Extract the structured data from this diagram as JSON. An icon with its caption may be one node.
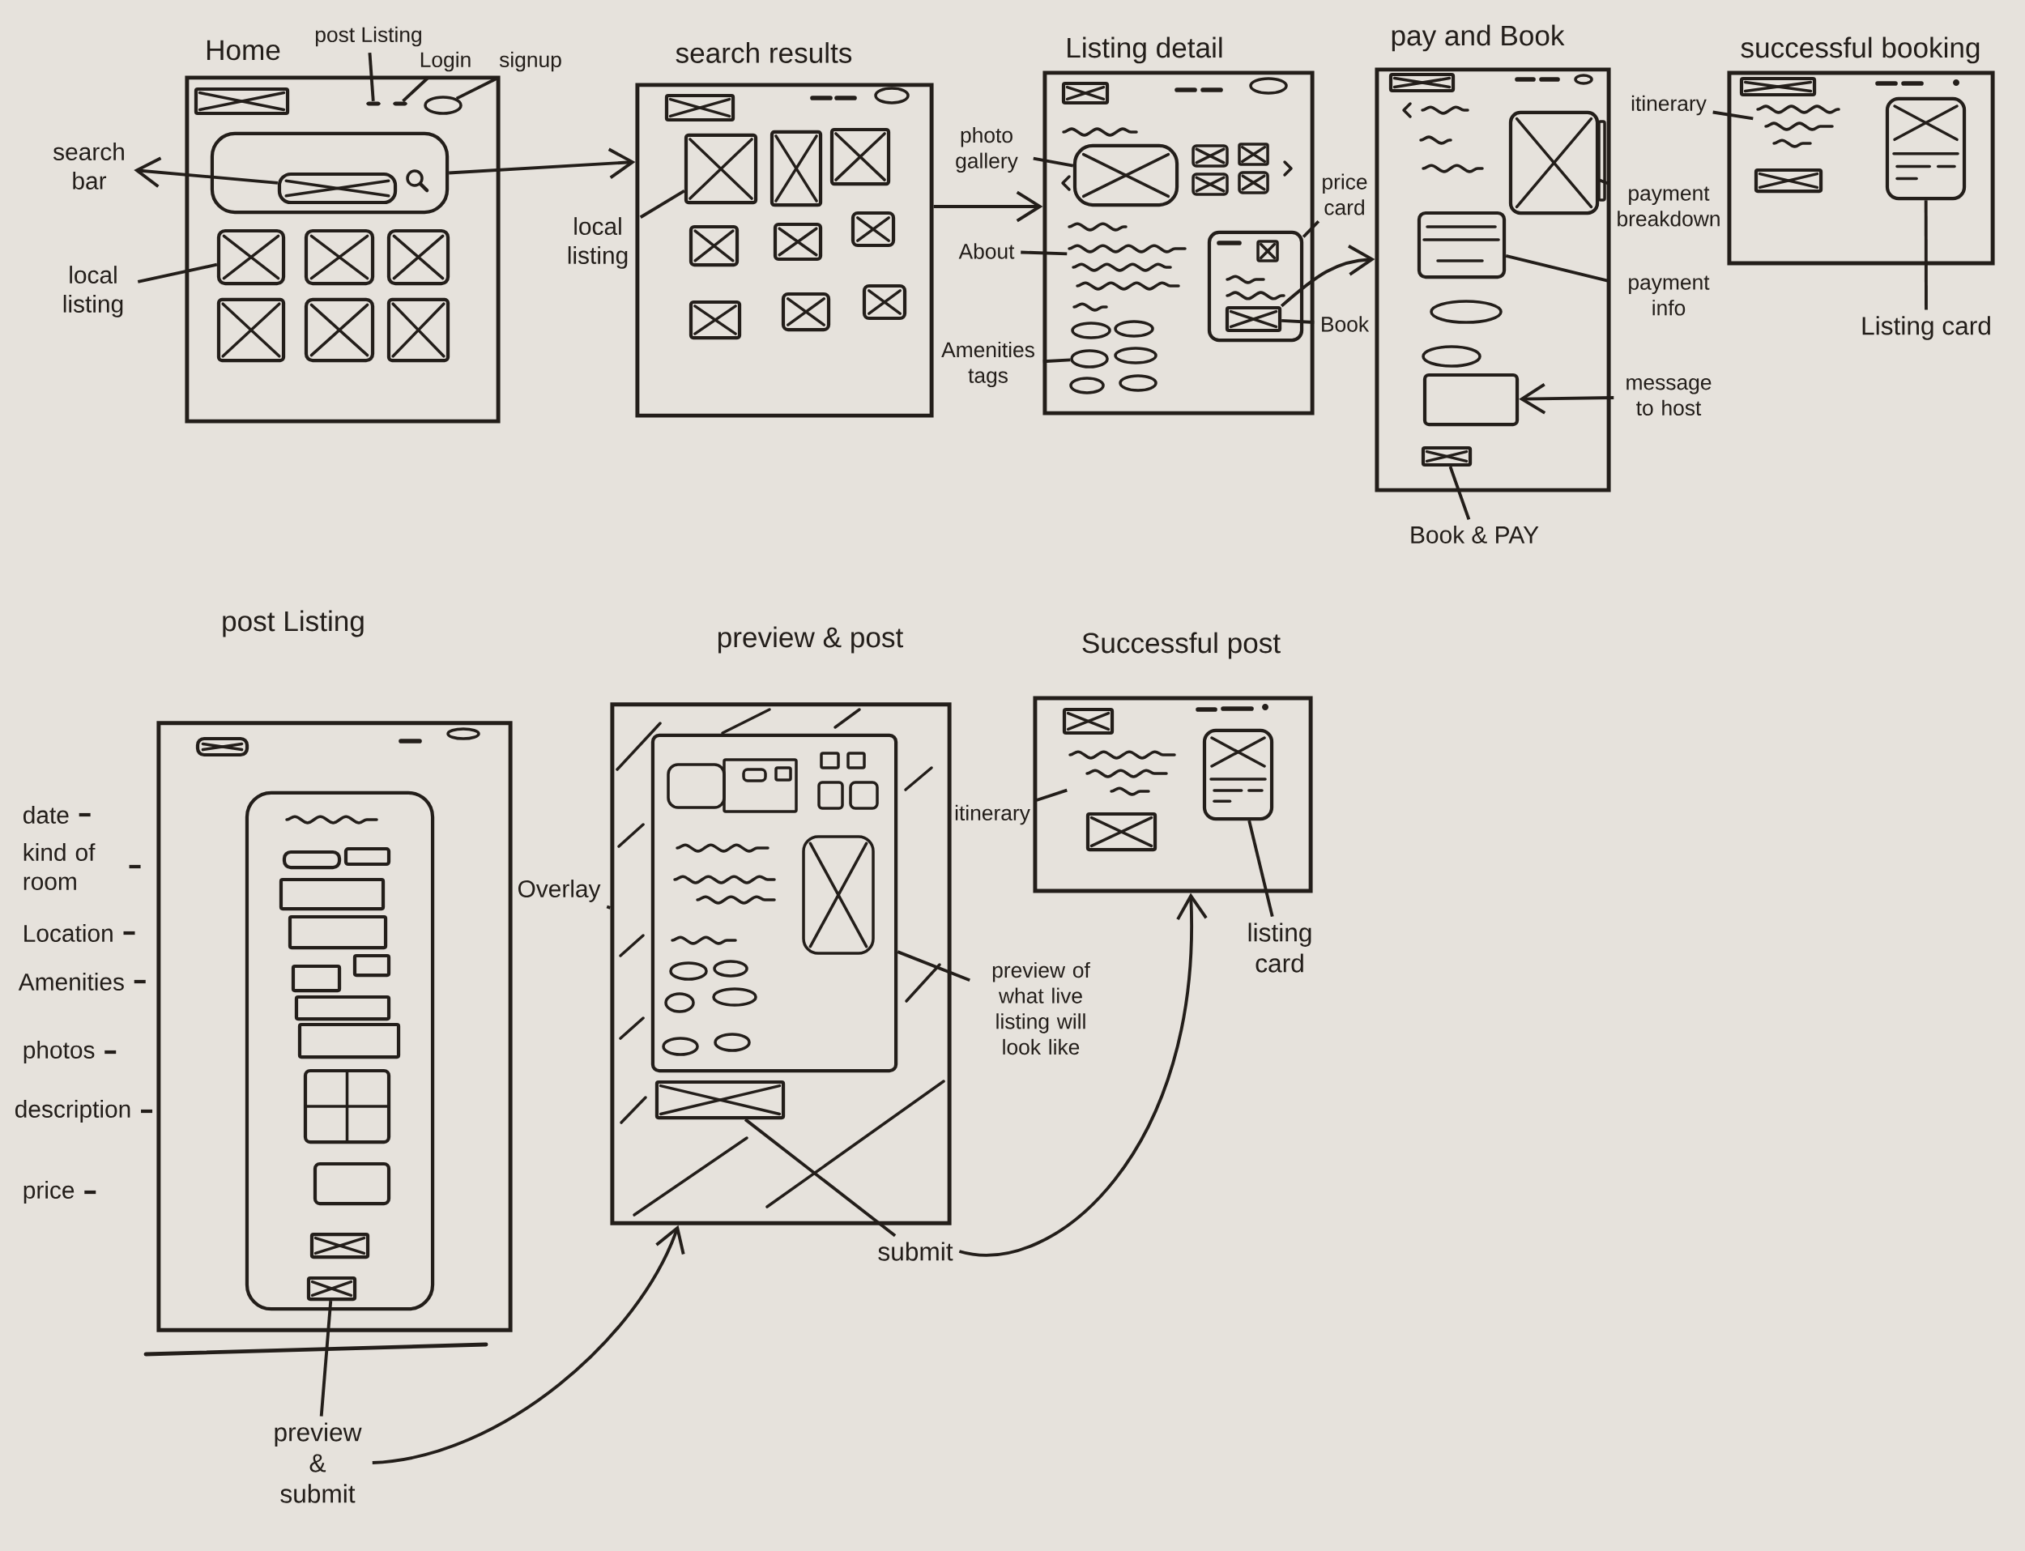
{
  "diagram": {
    "nodes": [
      {
        "text": [
          "Home"
        ]
      },
      {
        "text": [],
        "shape": "box",
        "in": 0
      },
      {
        "text": [],
        "shape": "bar",
        "in": 0
      },
      {
        "text": [],
        "shape": "bar",
        "in": 0
      },
      {
        "text": [],
        "shape": "oval",
        "in": 0
      },
      {
        "text": [],
        "shape": "box",
        "in": 0
      },
      {
        "text": [],
        "shape": "box",
        "in": 5
      },
      {
        "text": [],
        "shape": "box",
        "in": 0
      },
      {
        "text": [],
        "shape": "box",
        "in": 0
      },
      {
        "text": [],
        "shape": "box",
        "in": 0
      },
      {
        "text": [],
        "shape": "box",
        "in": 0
      },
      {
        "text": [],
        "shape": "box",
        "in": 0
      },
      {
        "text": [],
        "shape": "box",
        "in": 0
      },
      {
        "text": [
          "post Listing"
        ]
      },
      {
        "text": [
          "Login"
        ]
      },
      {
        "text": [
          "signup"
        ]
      },
      {
        "text": [
          "search bar"
        ]
      },
      {
        "text": [
          "local listing"
        ]
      },
      {
        "text": [
          "search results"
        ]
      },
      {
        "text": [],
        "shape": "box",
        "in": 18
      },
      {
        "text": [],
        "shape": "box",
        "in": 18
      },
      {
        "text": [],
        "shape": "box",
        "in": 18
      },
      {
        "text": [],
        "shape": "box",
        "in": 18
      },
      {
        "text": [],
        "shape": "box",
        "in": 18
      },
      {
        "text": [],
        "shape": "box",
        "in": 18
      },
      {
        "text": [],
        "shape": "box",
        "in": 18
      },
      {
        "text": [],
        "shape": "box",
        "in": 18
      },
      {
        "text": [],
        "shape": "box",
        "in": 18
      },
      {
        "text": [],
        "shape": "box",
        "in": 18
      },
      {
        "text": [
          "local listing"
        ]
      },
      {
        "text": [
          "Listing detail"
        ]
      },
      {
        "text": [],
        "shape": "box",
        "in": 30
      },
      {
        "text": [],
        "shape": "box",
        "in": 30
      },
      {
        "text": [],
        "shape": "lines",
        "in": 30
      },
      {
        "text": [],
        "shape": "oval",
        "in": 30
      },
      {
        "text": [],
        "shape": "oval",
        "in": 30
      },
      {
        "text": [],
        "shape": "oval",
        "in": 30
      },
      {
        "text": [],
        "shape": "oval",
        "in": 30
      },
      {
        "text": [],
        "shape": "oval",
        "in": 30
      },
      {
        "text": [],
        "shape": "oval",
        "in": 30
      },
      {
        "text": [],
        "shape": "box",
        "in": 30
      },
      {
        "text": [],
        "shape": "box",
        "in": 40
      },
      {
        "text": [
          "photo gallery"
        ]
      },
      {
        "text": [
          "About"
        ]
      },
      {
        "text": [
          "Amenities tags"
        ]
      },
      {
        "text": [
          "price card"
        ]
      },
      {
        "text": [
          "Book"
        ]
      },
      {
        "text": [
          "pay and Book"
        ]
      },
      {
        "text": [],
        "shape": "box",
        "in": 47
      },
      {
        "text": [],
        "shape": "box",
        "in": 47
      },
      {
        "text": [],
        "shape": "box",
        "in": 47
      },
      {
        "text": [],
        "shape": "box",
        "in": 47
      },
      {
        "text": [],
        "shape": "box",
        "in": 47
      },
      {
        "text": [
          "payment breakdown"
        ]
      },
      {
        "text": [
          "payment info"
        ]
      },
      {
        "text": [
          "message to host"
        ]
      },
      {
        "text": [
          "Book & PAY"
        ]
      },
      {
        "text": [
          "successful booking"
        ]
      },
      {
        "text": [],
        "shape": "box",
        "in": 57
      },
      {
        "text": [],
        "shape": "lines",
        "in": 57
      },
      {
        "text": [],
        "shape": "box",
        "in": 57
      },
      {
        "text": [],
        "shape": "box",
        "in": 57
      },
      {
        "text": [
          "itinerary"
        ]
      },
      {
        "text": [
          "Listing card"
        ]
      },
      {
        "text": [
          "post Listing"
        ]
      },
      {
        "text": [],
        "shape": "box",
        "in": 64
      },
      {
        "text": [],
        "shape": "box",
        "in": 64
      },
      {
        "text": [],
        "shape": "box",
        "in": 66
      },
      {
        "text": [],
        "shape": "box",
        "in": 66
      },
      {
        "text": [],
        "shape": "box",
        "in": 66
      },
      {
        "text": [],
        "shape": "box",
        "in": 66
      },
      {
        "text": [],
        "shape": "box",
        "in": 66
      },
      {
        "text": [],
        "shape": "box",
        "in": 66
      },
      {
        "text": [],
        "shape": "box",
        "in": 66
      },
      {
        "text": [],
        "shape": "box",
        "in": 66
      },
      {
        "text": [],
        "shape": "box",
        "in": 66
      },
      {
        "text": [],
        "shape": "box",
        "in": 66
      },
      {
        "text": [],
        "shape": "box",
        "in": 66
      },
      {
        "text": [],
        "shape": "box",
        "in": 66
      },
      {
        "text": [
          "preview & submit"
        ]
      },
      {
        "text": [
          "preview & post"
        ]
      },
      {
        "text": [],
        "shape": "box",
        "in": 80
      },
      {
        "text": [],
        "shape": "box",
        "in": 80
      },
      {
        "text": [
          "Overlay"
        ]
      },
      {
        "text": [
          "preview of what live listing will look like"
        ]
      },
      {
        "text": [
          "submit"
        ]
      },
      {
        "text": [
          "Successful post"
        ]
      },
      {
        "text": [],
        "shape": "box",
        "in": 86
      },
      {
        "text": [],
        "shape": "lines",
        "in": 86
      },
      {
        "text": [],
        "shape": "box",
        "in": 86
      },
      {
        "text": [],
        "shape": "box",
        "in": 86
      },
      {
        "text": [
          "itinerary"
        ]
      },
      {
        "text": [
          "listing card"
        ]
      }
    ],
    "edges": [
      {
        "from": 5,
        "to": 18,
        "arrow": "to"
      },
      {
        "from": 18,
        "to": 30,
        "arrow": "to"
      },
      {
        "from": 41,
        "to": 47,
        "arrow": "to"
      },
      {
        "from": 79,
        "to": 80,
        "arrow": "to"
      },
      {
        "from": 85,
        "to": 86,
        "arrow": "to"
      },
      {
        "from": 13,
        "to": 2,
        "arrow": "none"
      },
      {
        "from": 14,
        "to": 3,
        "arrow": "none"
      },
      {
        "from": 15,
        "to": 4,
        "arrow": "none"
      },
      {
        "from": 6,
        "to": 16,
        "arrow": "to"
      },
      {
        "from": 17,
        "to": 7,
        "arrow": "none"
      },
      {
        "from": 29,
        "to": 20,
        "arrow": "none"
      },
      {
        "from": 42,
        "to": 32,
        "arrow": "none"
      },
      {
        "from": 43,
        "to": 33,
        "arrow": "none"
      },
      {
        "from": 44,
        "to": 36,
        "arrow": "none"
      },
      {
        "from": 45,
        "to": 40,
        "arrow": "none"
      },
      {
        "from": 46,
        "to": 41,
        "arrow": "none"
      },
      {
        "from": 53,
        "to": 49,
        "arrow": "none"
      },
      {
        "from": 54,
        "to": 50,
        "arrow": "none"
      },
      {
        "from": 55,
        "to": 51,
        "arrow": "to"
      },
      {
        "from": 56,
        "to": 52,
        "arrow": "none"
      },
      {
        "from": 62,
        "to": 59,
        "arrow": "none"
      },
      {
        "from": 63,
        "to": 60,
        "arrow": "none"
      },
      {
        "from": 79,
        "to": 78,
        "arrow": "none"
      },
      {
        "from": 83,
        "to": 80,
        "arrow": "none"
      },
      {
        "from": 84,
        "to": 81,
        "arrow": "none"
      },
      {
        "from": 85,
        "to": 82,
        "arrow": "none"
      },
      {
        "from": 91,
        "to": 88,
        "arrow": "none"
      },
      {
        "from": 92,
        "to": 89,
        "arrow": "none"
      }
    ],
    "labels": [
      "date",
      "kind of room",
      "Location",
      "Amenities",
      "photos",
      "description",
      "price"
    ]
  }
}
